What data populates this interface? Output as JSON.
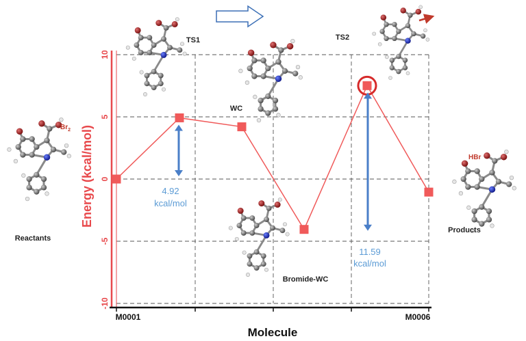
{
  "chart_data": {
    "type": "line",
    "xlabel": "Molecule",
    "ylabel": "Energy (kcal/mol)",
    "ylim": [
      -10,
      10
    ],
    "yticks": [
      10,
      5,
      0,
      -5,
      -10
    ],
    "x_tick_labels": [
      "M0001",
      "M0006"
    ],
    "grid": true,
    "series": [
      {
        "values": [
          0.0,
          4.92,
          4.2,
          -4.05,
          7.51,
          -1.05
        ]
      }
    ],
    "highlighted_point_index": 4,
    "barriers": [
      {
        "from_index": 0,
        "to_index": 1,
        "line1": "4.92",
        "line2": "kcal/mol"
      },
      {
        "from_index": 3,
        "to_index": 4,
        "line1": "11.59",
        "line2": "kcal/mol"
      }
    ],
    "colors": {
      "series": "#f05a5a",
      "marker": "#f05a5a",
      "highlight": "#d62a2a",
      "arrow": "#4a7fc8",
      "barrier_text": "#5b9bd5",
      "axis": "#e8494c"
    }
  },
  "labels": {
    "reactants": "Reactants",
    "ts1": "TS1",
    "wc": "WC",
    "ts2": "TS2",
    "bromide_wc": "Bromide-WC",
    "products": "Products",
    "br2": "Br",
    "br2_sub": "2",
    "hbr": "HBr"
  }
}
